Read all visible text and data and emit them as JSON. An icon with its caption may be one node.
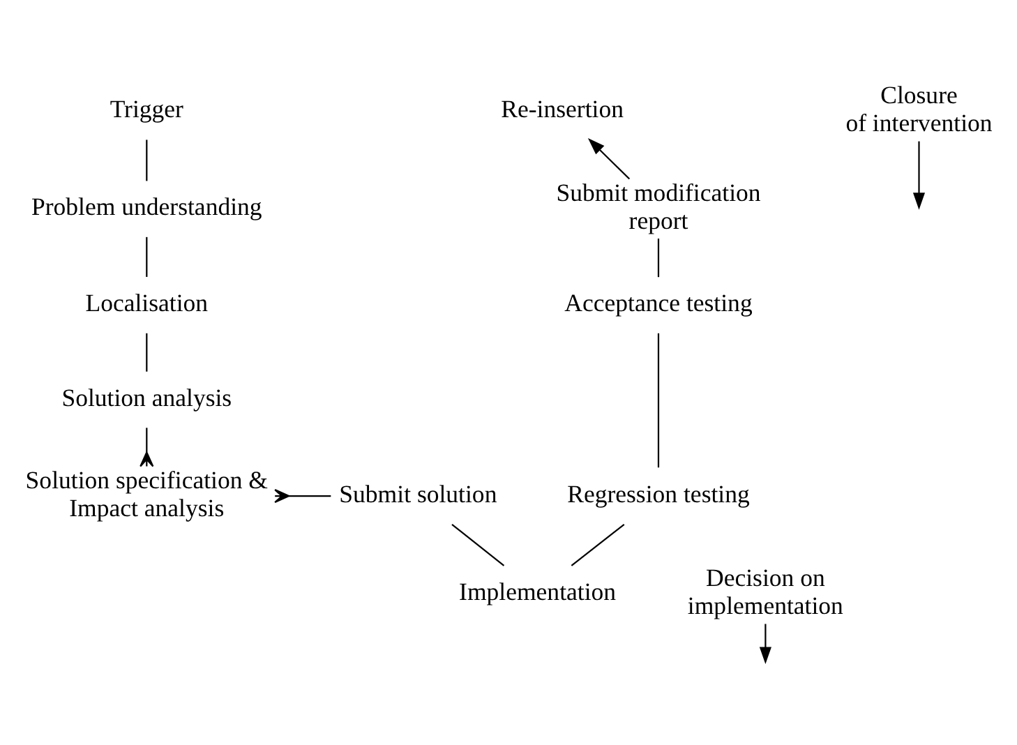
{
  "diagram": {
    "nodes": [
      {
        "text": [
          "Trigger"
        ]
      },
      {
        "text": [
          "Re-insertion"
        ]
      },
      {
        "text": [
          "Closure of intervention"
        ]
      },
      {
        "text": [
          "Problem understanding"
        ]
      },
      {
        "text": [
          "Submit modification report"
        ]
      },
      {
        "text": [
          "Localisation"
        ]
      },
      {
        "text": [
          "Acceptance testing"
        ]
      },
      {
        "text": [
          "Solution analysis"
        ]
      },
      {
        "text": [
          "Solution specification & Impact analysis"
        ]
      },
      {
        "text": [
          "Regression testing"
        ]
      },
      {
        "text": [
          "Submit solution"
        ]
      },
      {
        "text": [
          "Decision on implementation"
        ]
      },
      {
        "text": [
          "Implementation"
        ]
      }
    ],
    "edges": [
      {
        "from": 0,
        "to": 3,
        "arrow": "none"
      },
      {
        "from": 3,
        "to": 5,
        "arrow": "none"
      },
      {
        "from": 5,
        "to": 7,
        "arrow": "none"
      },
      {
        "from": 7,
        "to": 8,
        "arrow": "other"
      },
      {
        "from": 10,
        "to": 8,
        "arrow": "other"
      },
      {
        "from": 10,
        "to": 12,
        "arrow": "none"
      },
      {
        "from": 9,
        "to": 12,
        "arrow": "none"
      },
      {
        "from": 6,
        "to": 9,
        "arrow": "none"
      },
      {
        "from": 4,
        "to": 6,
        "arrow": "none"
      },
      {
        "from": 4,
        "to": 1,
        "arrow": "to"
      },
      {
        "from": 2,
        "to": null,
        "arrow": "to"
      },
      {
        "from": 11,
        "to": null,
        "arrow": "to"
      }
    ]
  }
}
